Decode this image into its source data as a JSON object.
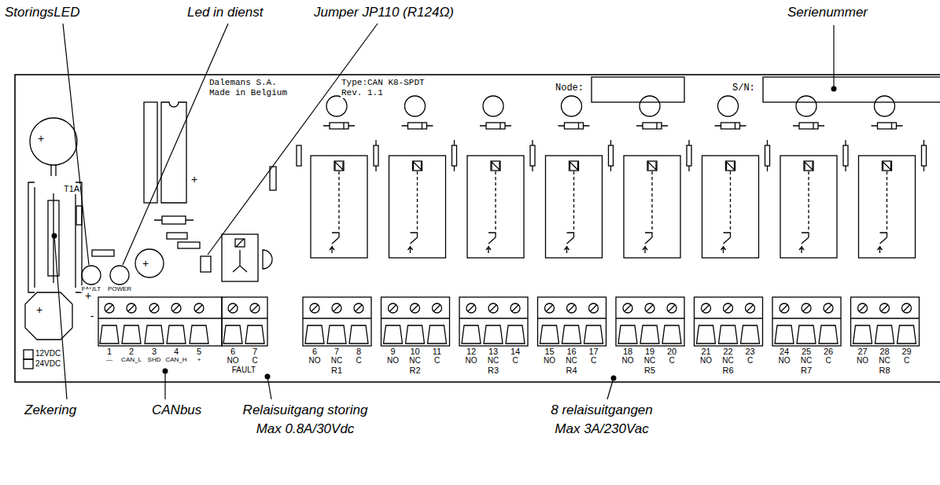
{
  "diagram": {
    "labels": [
      "StoringsLED",
      "Led in dienst",
      "Jumper JP110 (R124Ω)",
      "Serienummer",
      "Zekering",
      "CANbus",
      "Relaisuitgang storing",
      "Max 0.8A/30Vdc",
      "8 relaisuitgangen",
      "Max 3A/230Vac",
      "Dalemans S.A.",
      "Made in Belgium",
      "Type:CAN K8-SPDT",
      "Rev. 1.1",
      "Node:",
      "S/N:",
      "T1A",
      "FAULT",
      "POWER",
      "12VDC",
      "24VDC",
      "1",
      "2",
      "3",
      "4",
      "5",
      "—",
      "CAN_L",
      "SHD",
      "CAN_H",
      "+",
      "6",
      "7",
      "NO",
      "C",
      "FAULT",
      "6",
      "7",
      "8",
      "NO",
      "NC",
      "C",
      "R1",
      "9",
      "10",
      "11",
      "NO",
      "NC",
      "C",
      "R2",
      "12",
      "13",
      "14",
      "NO",
      "NC",
      "C",
      "R3",
      "15",
      "16",
      "17",
      "NO",
      "NC",
      "C",
      "R4",
      "18",
      "19",
      "20",
      "NO",
      "NC",
      "C",
      "R5",
      "21",
      "22",
      "23",
      "NO",
      "NC",
      "C",
      "R6",
      "24",
      "25",
      "26",
      "NO",
      "NC",
      "C",
      "R7",
      "27",
      "28",
      "29",
      "NO",
      "NC",
      "C",
      "R8",
      "+",
      "+",
      "+",
      "+",
      "+",
      "-"
    ]
  }
}
